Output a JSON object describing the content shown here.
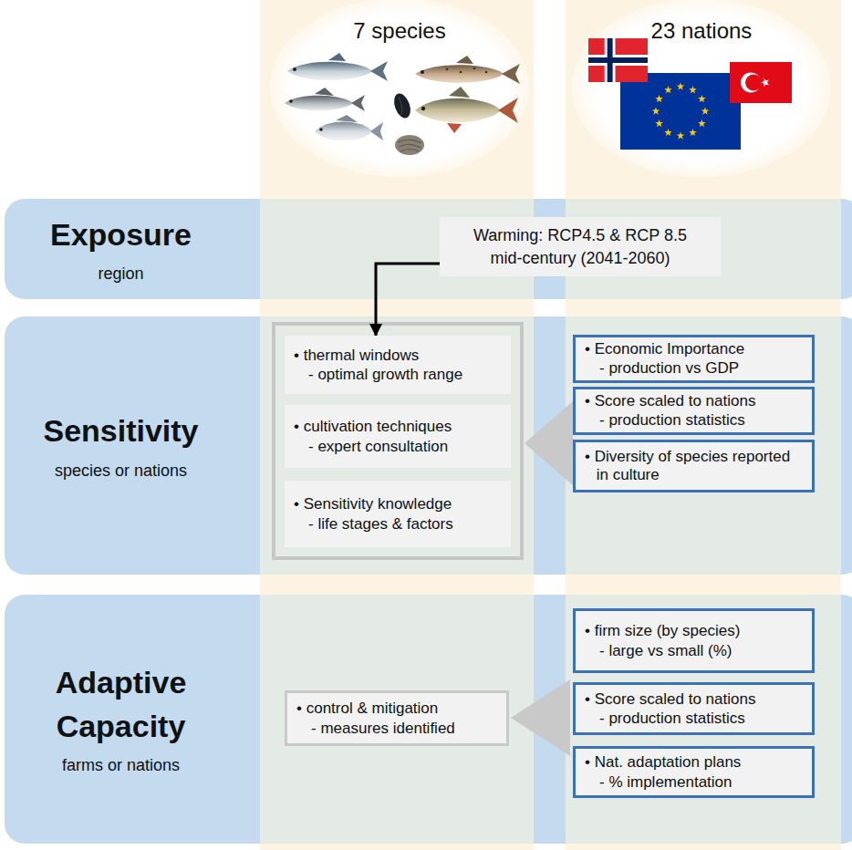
{
  "diagram": {
    "nodes": [
      {
        "text": [
          "7 species"
        ]
      },
      {
        "text": [
          "23 nations"
        ]
      },
      {
        "text": [
          "Exposure",
          "region"
        ]
      },
      {
        "text": [
          "Warming: RCP4.5 & RCP 8.5 mid-century (2041-2060)"
        ],
        "in": 2
      },
      {
        "text": [
          "Sensitivity",
          "species or nations"
        ]
      },
      {
        "text": [
          "• thermal windows",
          "- optimal growth range"
        ],
        "in": 4
      },
      {
        "text": [
          "• cultivation techniques",
          "- expert consultation"
        ],
        "in": 4
      },
      {
        "text": [
          "• Sensitivity knowledge",
          "- life stages & factors"
        ],
        "in": 4
      },
      {
        "text": [
          "• Economic Importance",
          "- production vs GDP"
        ],
        "in": 4
      },
      {
        "text": [
          "• Score scaled to nations",
          "- production statistics"
        ],
        "in": 4
      },
      {
        "text": [
          "• Diversity of species reported in culture"
        ],
        "in": 4
      },
      {
        "text": [
          "Adaptive Capacity",
          "farms or nations"
        ]
      },
      {
        "text": [
          "• control & mitigation",
          "- measures identified"
        ],
        "in": 11
      },
      {
        "text": [
          "• firm size (by species)",
          "- large vs small (%)"
        ],
        "in": 11
      },
      {
        "text": [
          "• Score scaled to nations",
          "- production statistics"
        ],
        "in": 11
      },
      {
        "text": [
          "• Nat. adaptation plans",
          "- % implementation"
        ],
        "in": 11
      }
    ],
    "edges": [
      {
        "from": 3,
        "to": 5,
        "arrow": "to"
      }
    ]
  }
}
